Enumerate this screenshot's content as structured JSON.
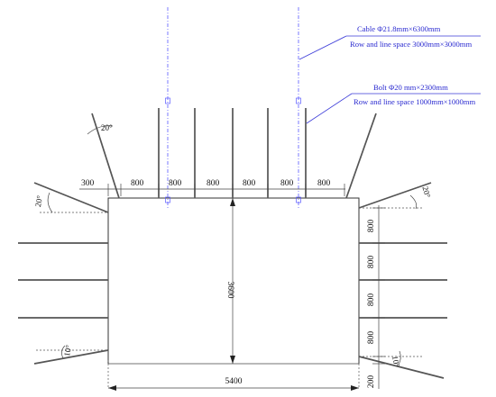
{
  "annotations": {
    "cable_spec": "Cable Φ21.8mm×6300mm",
    "cable_spacing": "Row and line space 3000mm×3000mm",
    "bolt_spec": "Bolt Φ20 mm×2300mm",
    "bolt_spacing": "Row and line space 1000mm×1000mm"
  },
  "dimensions": {
    "top_left_offset": "300",
    "top_spacings": [
      "800",
      "800",
      "800",
      "800",
      "800",
      "800"
    ],
    "height": "3600",
    "width": "5400",
    "right_spacings": [
      "800",
      "800",
      "800",
      "800"
    ],
    "right_bottom": "200"
  },
  "angles": {
    "top_left": "20°",
    "left_upper": "20°",
    "right_upper": "20°",
    "left_lower": "10°",
    "right_lower": "10°"
  },
  "colors": {
    "line": "#333333",
    "cable": "#5a5aff",
    "annotation_text": "#2a2ad0"
  }
}
